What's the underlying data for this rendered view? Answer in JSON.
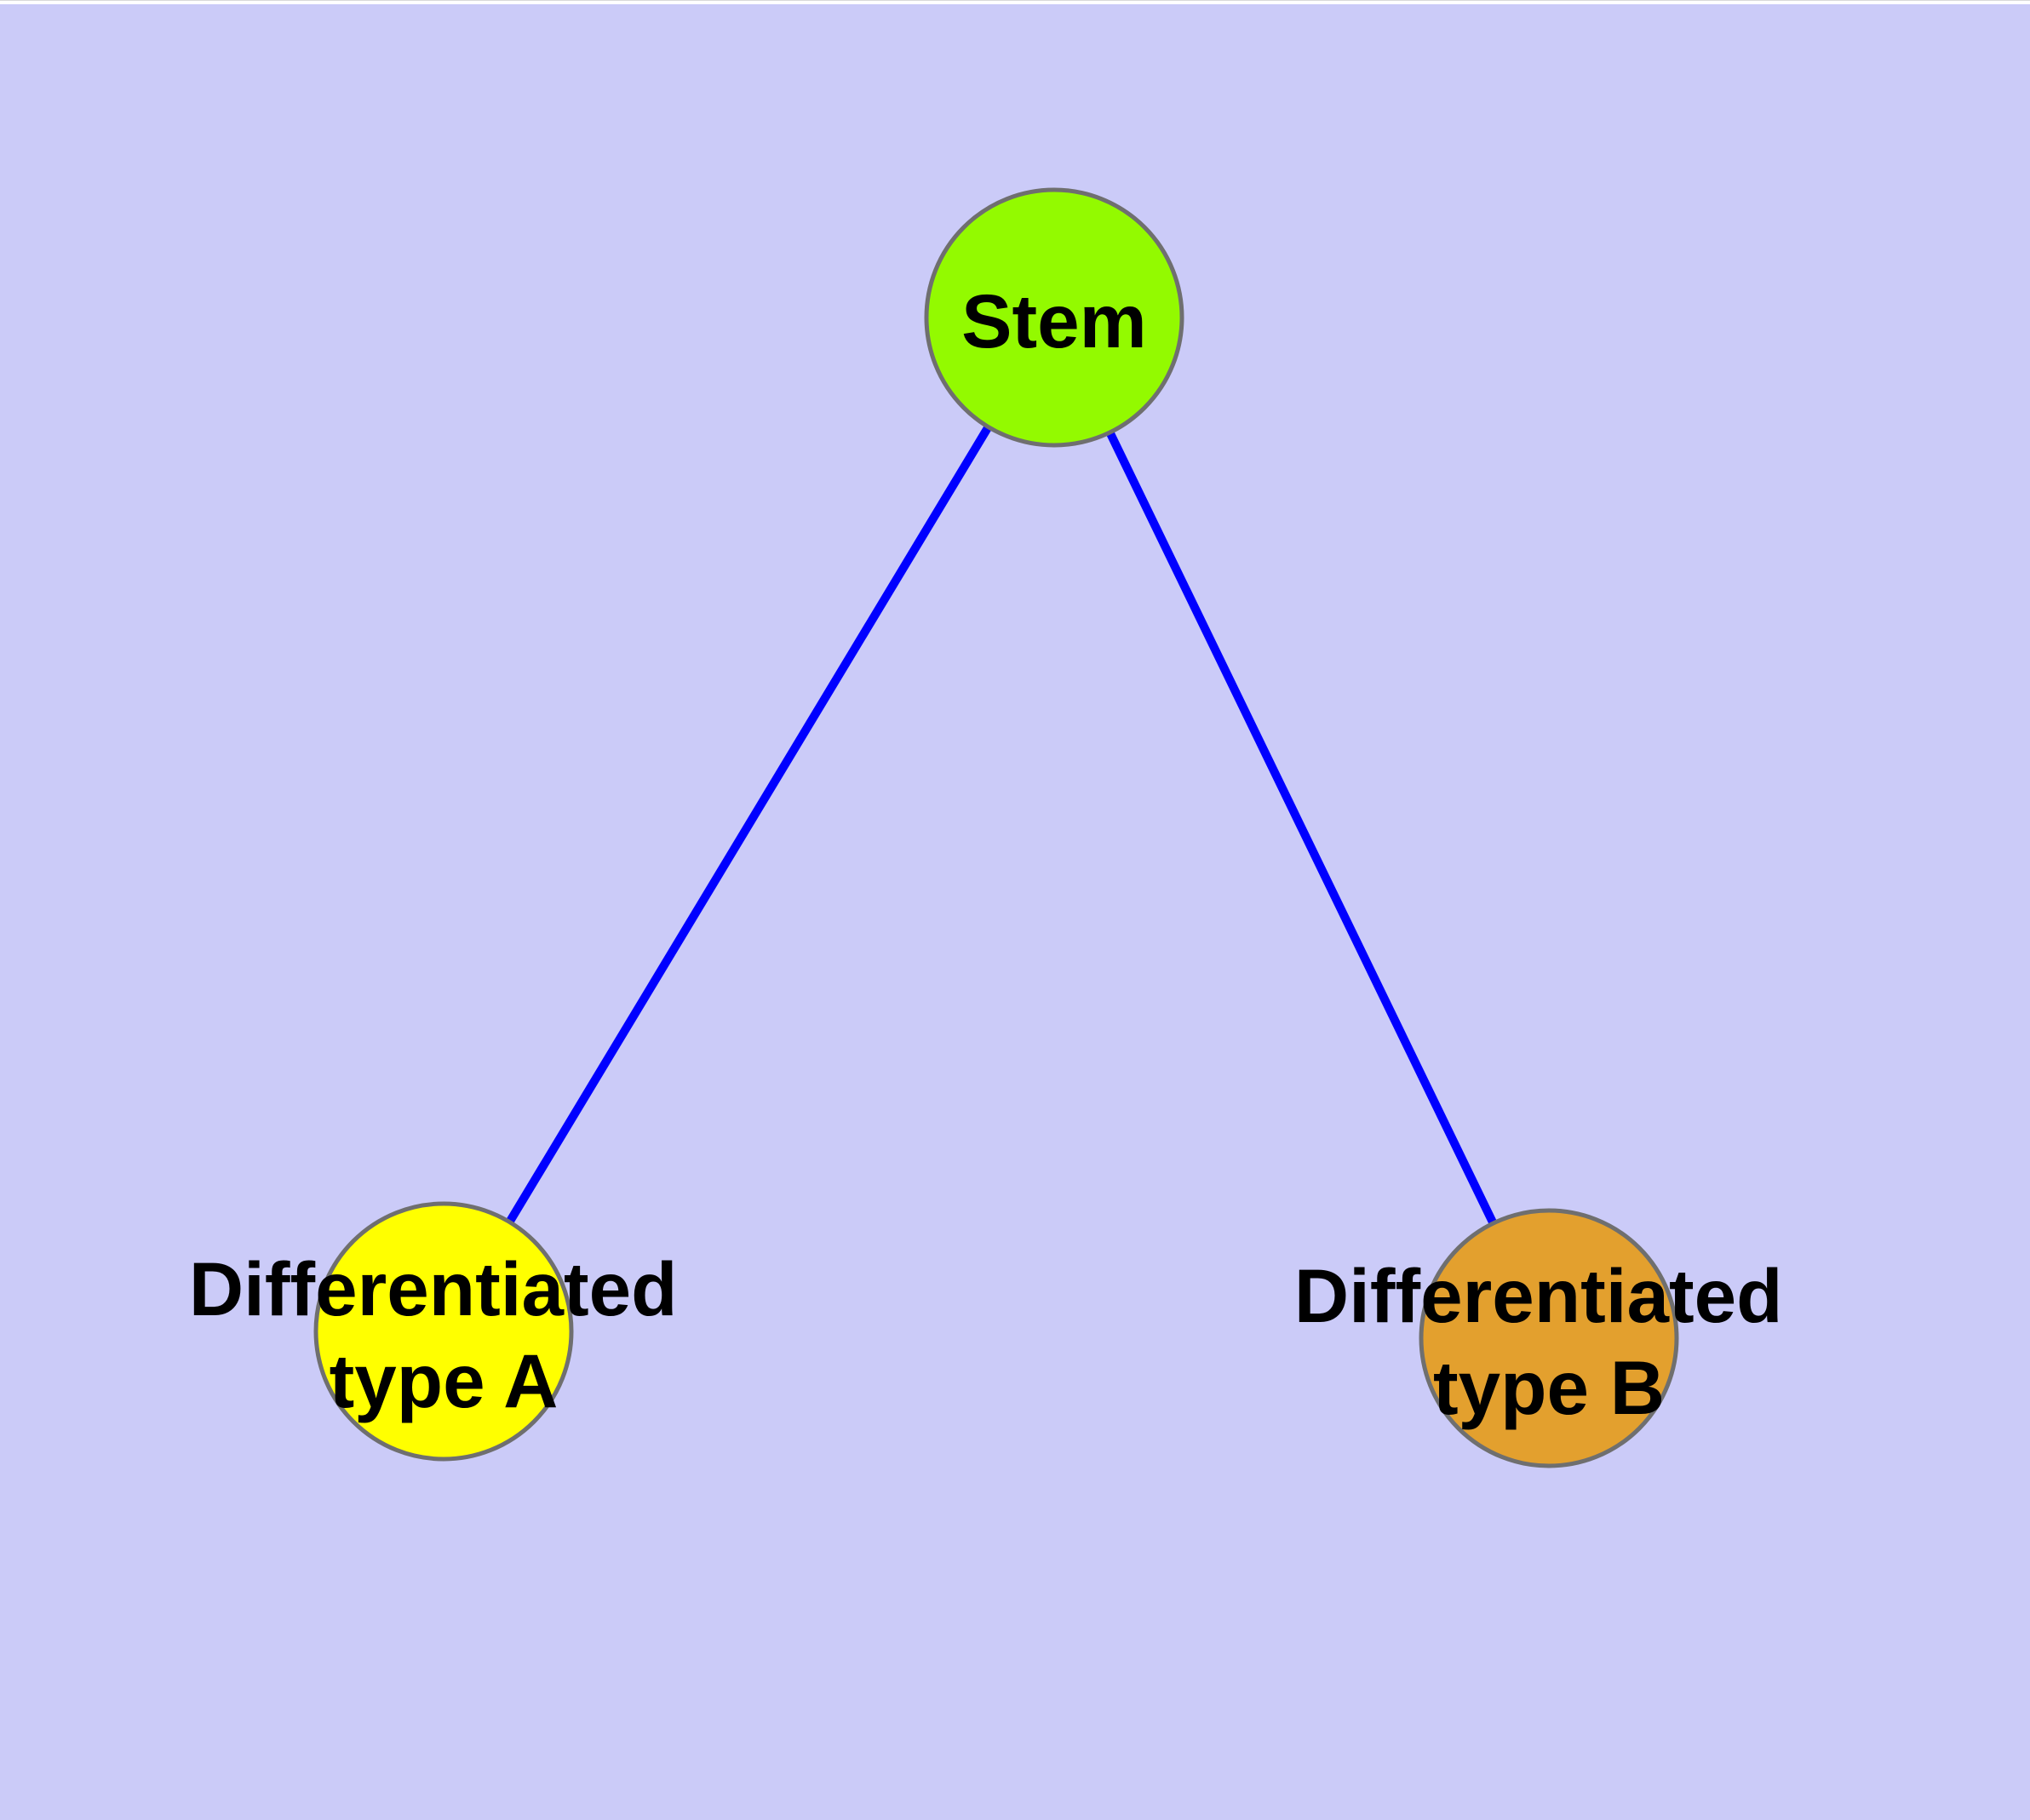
{
  "diagram": {
    "type": "graph",
    "background_color": "#CBCBF8",
    "window_top_edge_color": "#FFFFFF",
    "edge_color": "#0000FF",
    "node_border_color": "#6F6F6F",
    "label_color": "#000000",
    "nodes": [
      {
        "id": "stem",
        "label_lines": [
          "Stem"
        ],
        "fill": "#93FA00"
      },
      {
        "id": "differentiated-type-a",
        "label_lines": [
          "Differentiated",
          "type A"
        ],
        "fill": "#FFFF00"
      },
      {
        "id": "differentiated-type-b",
        "label_lines": [
          "Differentiated",
          "type B"
        ],
        "fill": "#E3A02E"
      }
    ],
    "edges": [
      {
        "from": "Stem",
        "to": "Differentiated type A"
      },
      {
        "from": "Stem",
        "to": "Differentiated type B"
      }
    ]
  }
}
